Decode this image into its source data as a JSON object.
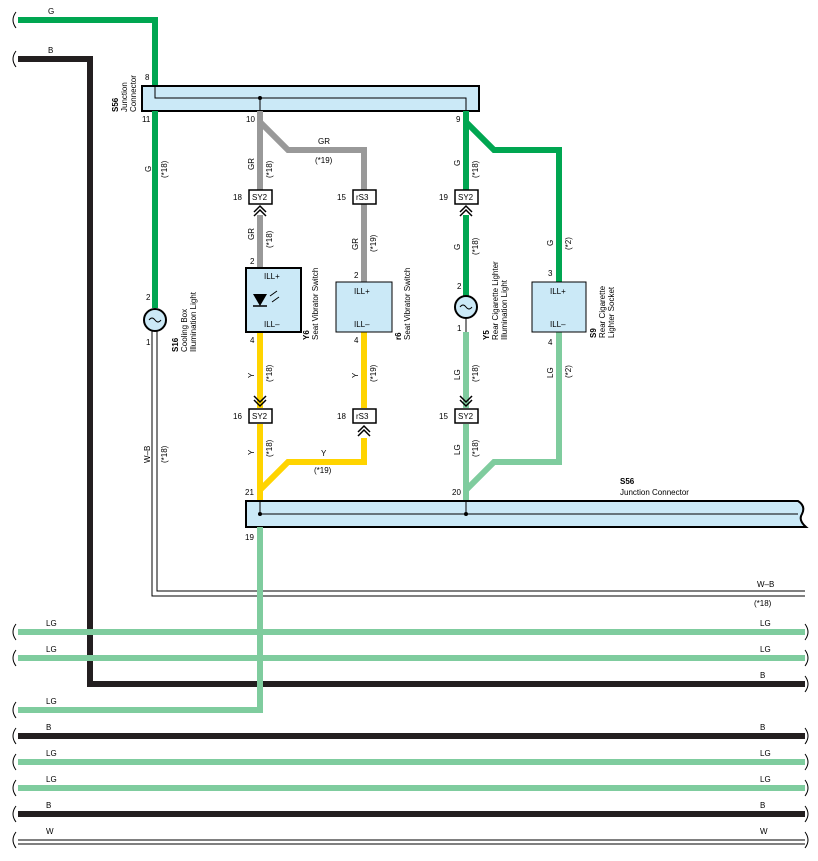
{
  "colors": {
    "G": "#00a651",
    "B": "#231f20",
    "GR": "#999999",
    "Y": "#ffd400",
    "LG": "#7fcc9e",
    "connector_fill": "#cbe9f7"
  },
  "wires": {
    "top_g": "G",
    "top_b": "B",
    "s16_11": "G",
    "s16_11_note": "(*18)",
    "y6_gr": "GR",
    "y6_gr_note": "(*18)",
    "y6_gr_lower": "GR",
    "y6_gr_lower_note": "(*18)",
    "r6_gr_branch": "GR",
    "r6_gr_branch_note": "(*19)",
    "r6_gr": "GR",
    "r6_gr_note": "(*19)",
    "y5_g": "G",
    "y5_g_note": "(*18)",
    "y5_g_lower": "G",
    "y5_g_lower_note": "(*18)",
    "s9_g": "G",
    "s9_g_note": "(*2)",
    "y6_y": "Y",
    "y6_y_note": "(*18)",
    "y6_y_lower": "Y",
    "y6_y_lower_note": "(*18)",
    "r6_y": "Y",
    "r6_y_note": "(*19)",
    "r6_y_branch": "Y",
    "r6_y_branch_note": "(*19)",
    "y5_lg": "LG",
    "y5_lg_note": "(*18)",
    "y5_lg_lower": "LG",
    "y5_lg_lower_note": "(*18)",
    "s9_lg": "LG",
    "s9_lg_note": "(*2)",
    "wb_left": "W–B",
    "wb_left_note": "(*18)",
    "wb_right": "W–B",
    "wb_right_note": "(*18)"
  },
  "bottom_buses": [
    {
      "left": "LG",
      "right": "LG"
    },
    {
      "left": "LG",
      "right": "LG"
    },
    {
      "left": "",
      "right": "B"
    },
    {
      "left": "LG",
      "right": ""
    },
    {
      "left": "B",
      "right": "B"
    },
    {
      "left": "LG",
      "right": "LG"
    },
    {
      "left": "LG",
      "right": "LG"
    },
    {
      "left": "B",
      "right": "B"
    },
    {
      "left": "W",
      "right": "W"
    }
  ],
  "connectors": {
    "s56_top": {
      "id": "S56",
      "name": "Junction",
      "name2": "Connector",
      "pin_in": "8",
      "pins": [
        "11",
        "10",
        "9"
      ]
    },
    "s56_bottom": {
      "id": "S56",
      "name": "Junction Connector",
      "pins": [
        "21",
        "20",
        "19"
      ]
    },
    "sy2": "SY2",
    "rs3": "rS3",
    "pins": {
      "sy2_a_top": "18",
      "rs3_top": "15",
      "sy2_b_top": "19",
      "sy2_a_bot": "16",
      "rs3_bot": "18",
      "sy2_b_bot": "15"
    }
  },
  "components": {
    "s16": {
      "id": "S16",
      "line1": "Cooling Box",
      "line2": "Illumination Light",
      "pin_top": "2",
      "pin_bottom": "1"
    },
    "y6": {
      "id": "Y6",
      "line1": "Seat Vibrator Switch",
      "pin_top": "2",
      "pin_bottom": "4",
      "ill_plus": "ILL+",
      "ill_minus": "ILL–"
    },
    "r6": {
      "id": "r6",
      "line1": "Seat Vibrator Switch",
      "pin_top": "2",
      "pin_bottom": "4",
      "ill_plus": "ILL+",
      "ill_minus": "ILL–"
    },
    "y5": {
      "id": "Y5",
      "line1": "Rear Cigarette Lighter",
      "line2": "Illumination Light",
      "pin_top": "2",
      "pin_bottom": "1"
    },
    "s9": {
      "id": "S9",
      "line1": "Rear Cigarette",
      "line2": "Lighter Socket",
      "pin_top": "3",
      "pin_bottom": "4",
      "ill_plus": "ILL+",
      "ill_minus": "ILL–"
    }
  }
}
